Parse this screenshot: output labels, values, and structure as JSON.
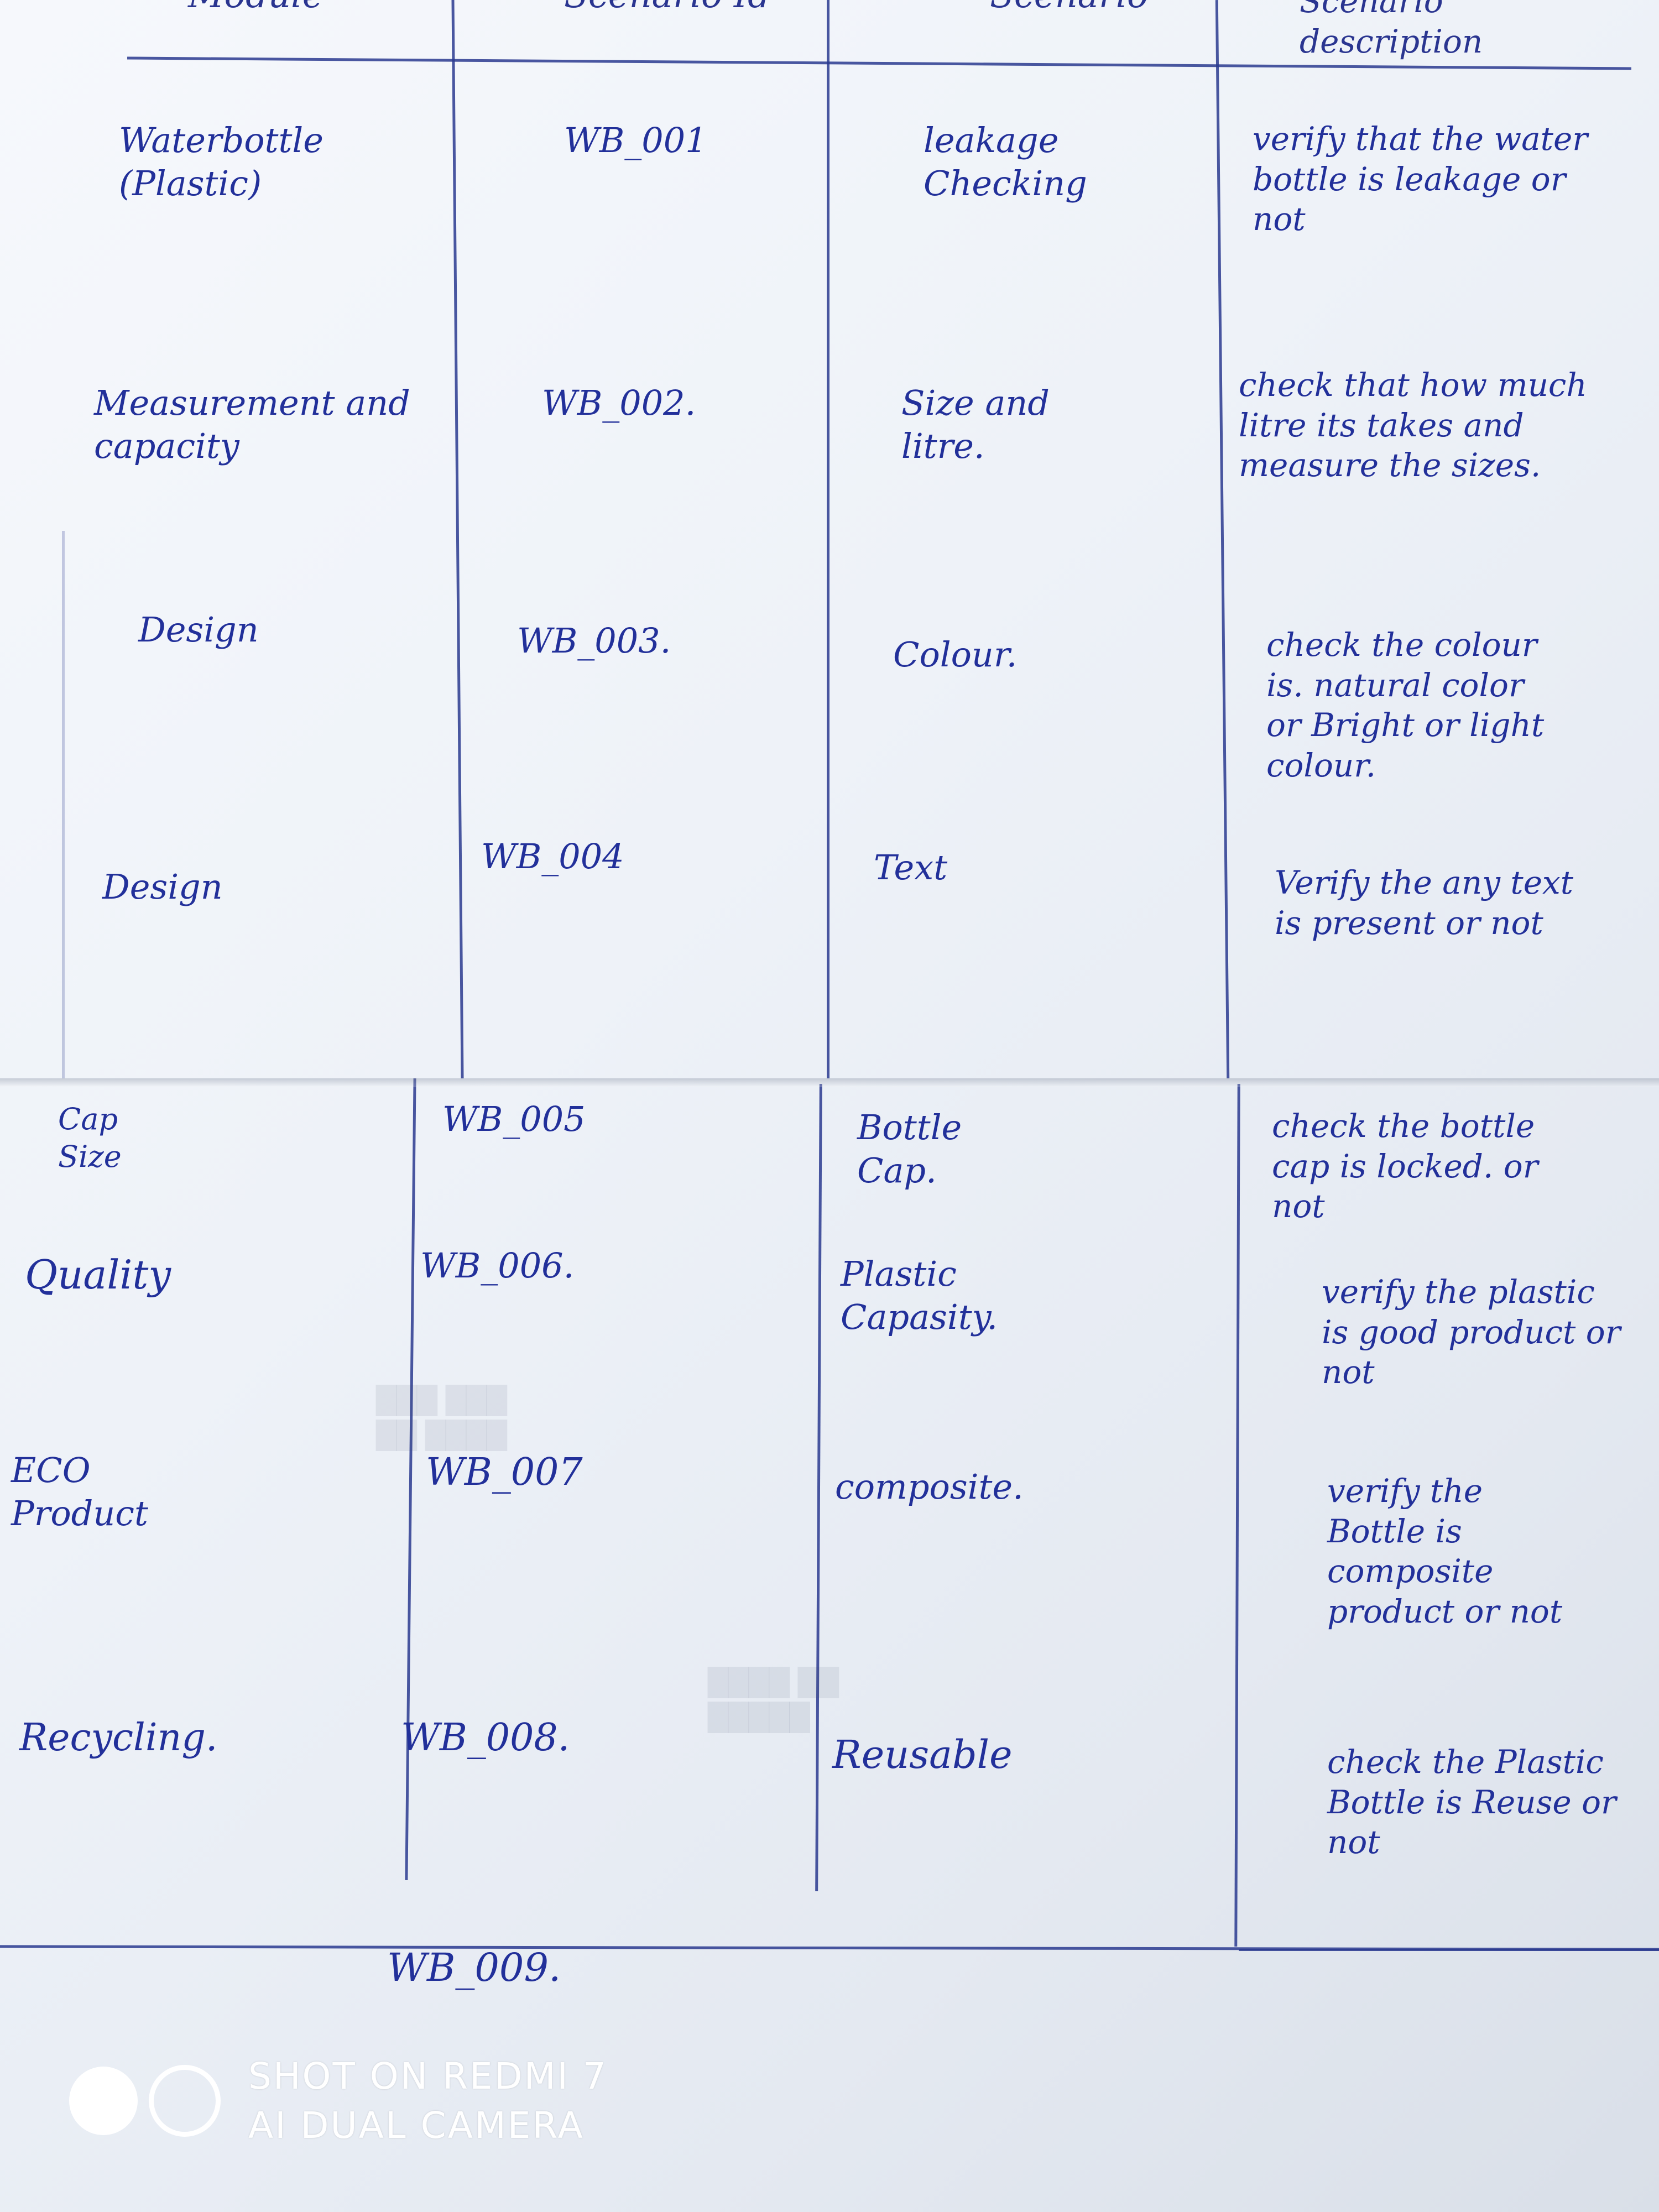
{
  "header": {
    "col_module": "Module",
    "col_scenario_id": "Scenario Id",
    "col_scenario": "Scenario",
    "col_description": "Scenario description"
  },
  "rows": [
    {
      "module": "Waterbottle (Plastic)",
      "id": "WB_001",
      "scenario": "leakage Checking",
      "description": "verify that the water bottle is leakage or not"
    },
    {
      "module": "Measurement and capacity",
      "id": "WB_002.",
      "scenario": "Size and litre.",
      "description": "check that how much litre its takes and measure the sizes."
    },
    {
      "module": "Design",
      "id": "WB_003.",
      "scenario": "Colour.",
      "description": "check the colour is. natural color or Bright or light colour."
    },
    {
      "module": "Design",
      "id": "WB_004",
      "scenario": "Text",
      "description": "Verify the any text is present or not"
    },
    {
      "module": "Cap Size",
      "id": "WB_005",
      "scenario": "Bottle Cap.",
      "description": "check the bottle cap is locked. or not"
    },
    {
      "module": "Quality",
      "id": "WB_006.",
      "scenario": "Plastic Capasity.",
      "description": "verify the plastic is good product or not"
    },
    {
      "module": "ECO Product",
      "id": "WB_007",
      "scenario": "composite.",
      "description": "verify the Bottle is composite product or not"
    },
    {
      "module": "Recycling.",
      "id": "WB_008.",
      "scenario": "Reusable",
      "description": "check the Plastic Bottle is Reuse or not"
    }
  ],
  "extra_id": "WB_009.",
  "watermark": {
    "line1": "SHOT ON REDMI 7",
    "line2": "AI DUAL CAMERA"
  },
  "colors": {
    "ink": "#22309a",
    "paper": "#eef2f8"
  }
}
